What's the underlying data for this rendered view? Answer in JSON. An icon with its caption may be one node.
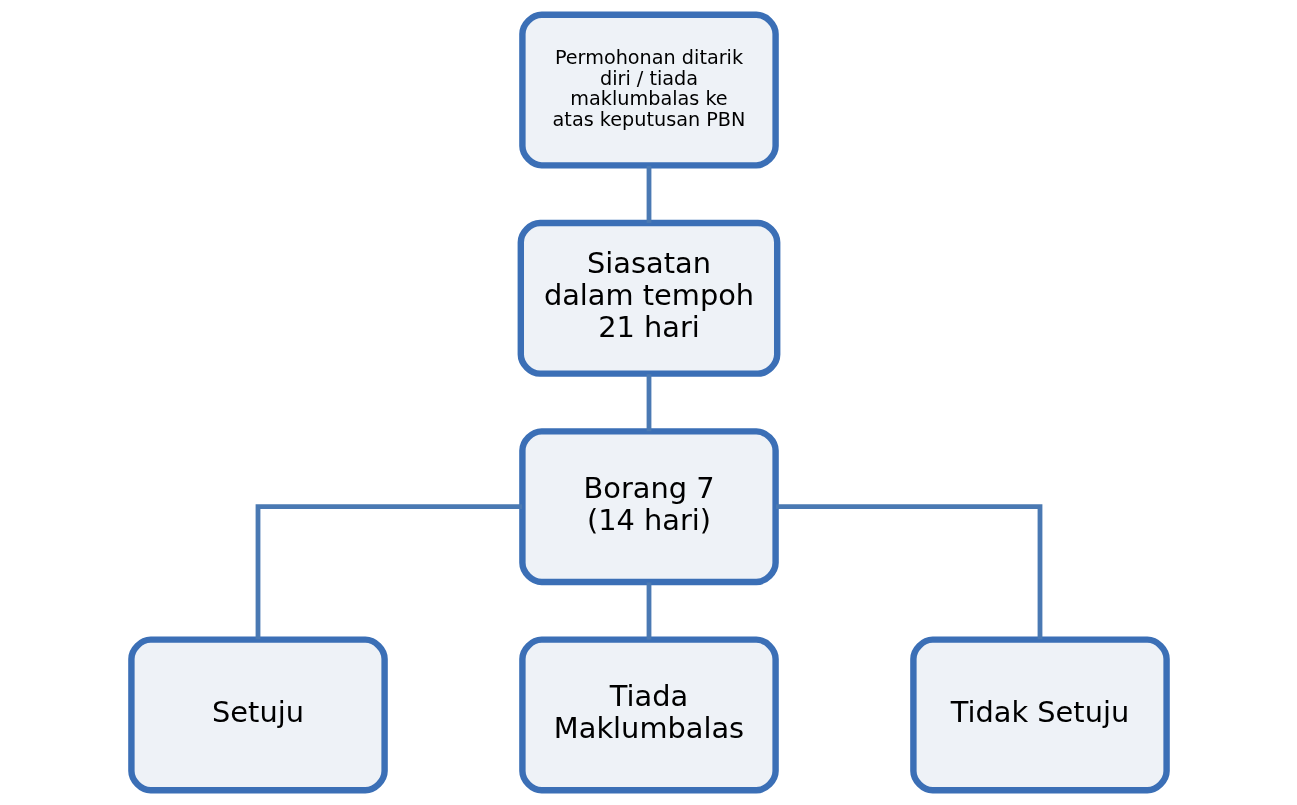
{
  "diagram": {
    "nodes": [
      {
        "text": [
          "Permohonan ditarik diri / tiada maklumbalas ke atas keputusan PBN"
        ]
      },
      {
        "text": [
          "Siasatan dalam tempoh 21 hari"
        ]
      },
      {
        "text": [
          "Borang 7 (14 hari)"
        ]
      },
      {
        "text": [
          "Setuju"
        ]
      },
      {
        "text": [
          "Tiada Maklumbalas"
        ]
      },
      {
        "text": [
          "Tidak Setuju"
        ]
      }
    ],
    "edges": [
      {
        "from": 0,
        "to": 1,
        "arrow": "none"
      },
      {
        "from": 1,
        "to": 2,
        "arrow": "none"
      },
      {
        "from": 2,
        "to": 3,
        "arrow": "none"
      },
      {
        "from": 2,
        "to": 4,
        "arrow": "none"
      },
      {
        "from": 2,
        "to": 5,
        "arrow": "none"
      }
    ]
  }
}
